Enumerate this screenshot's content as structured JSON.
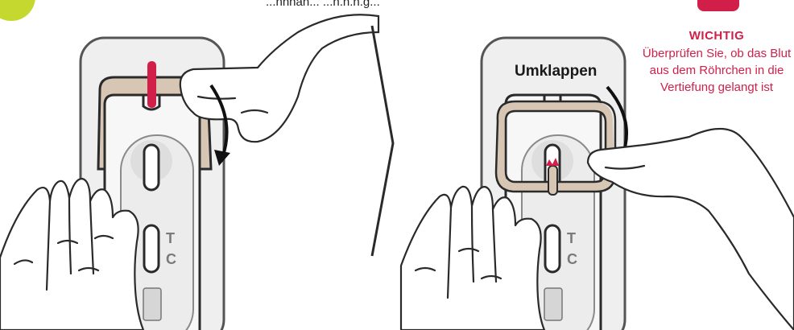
{
  "top_caption": "...nnnan... ...n.n.n.g...",
  "left_panel": {
    "t_label": "T",
    "c_label": "C"
  },
  "right_panel": {
    "action_label": "Umklappen",
    "t_label": "T",
    "c_label": "C"
  },
  "important": {
    "title": "WICHTIG",
    "text": "Überprüfen Sie, ob das Blut aus dem Röhrchen in die Vertiefung gelangt ist"
  },
  "colors": {
    "accent_red": "#d11f4a",
    "lime_badge": "#c5d82f",
    "tan_strap": "#d8c6b4",
    "device_grey": "#e9e9ea",
    "outline": "#2a2a2a"
  },
  "icons": [
    "step-badge",
    "curved-arrow",
    "chevron-divider",
    "hand-left",
    "hand-right"
  ]
}
